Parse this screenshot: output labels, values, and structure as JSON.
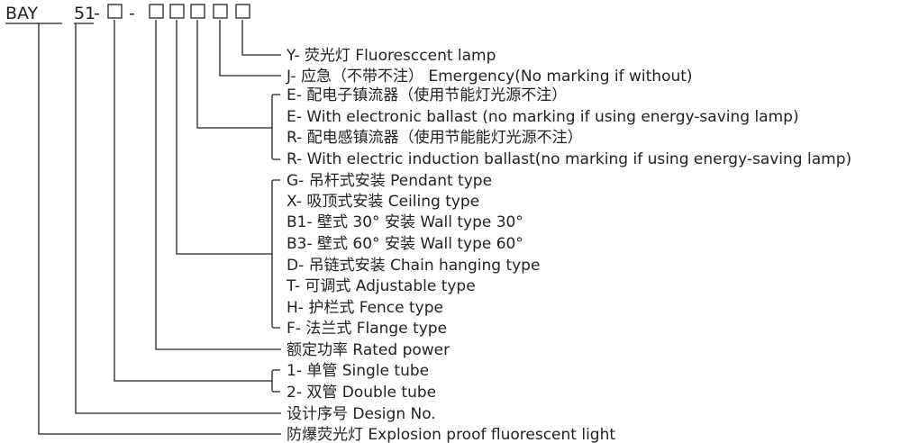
{
  "header": {
    "prefix": "BAY",
    "model": "51",
    "dash1": "-",
    "dash2": "-"
  },
  "items": {
    "fluorescent": "Y- 荧光灯  Fluoresccent lamp",
    "emergency": "J- 应急（不带不注）  Emergency(No marking if without)",
    "ballast_e_cn": "E- 配电子镇流器（使用节能灯光源不注）",
    "ballast_e_en": "E- With electronic ballast (no marking if using energy-saving lamp)",
    "ballast_r_cn": "R- 配电感镇流器（使用节能能灯光源不注）",
    "ballast_r_en": "R- With electric induction ballast(no marking if using energy-saving lamp)",
    "mount_g": "G- 吊杆式安装  Pendant type",
    "mount_x": "X- 吸顶式安装 Ceiling type",
    "mount_b1": "B1- 壁式 30°  安装  Wall type 30°",
    "mount_b3": "B3- 壁式 60°  安装  Wall type 60°",
    "mount_d": "D- 吊链式安装  Chain hanging type",
    "mount_t": "T- 可调式  Adjustable type",
    "mount_h": "H- 护栏式  Fence type",
    "mount_f": "F- 法兰式  Flange type",
    "rated_power": "额定功率 Rated power",
    "tube_1": "1- 单管  Single tube",
    "tube_2": "2- 双管  Double tube",
    "design_no": "设计序号 Design No.",
    "product": "防爆荧光灯 Explosion proof fluorescent light"
  }
}
